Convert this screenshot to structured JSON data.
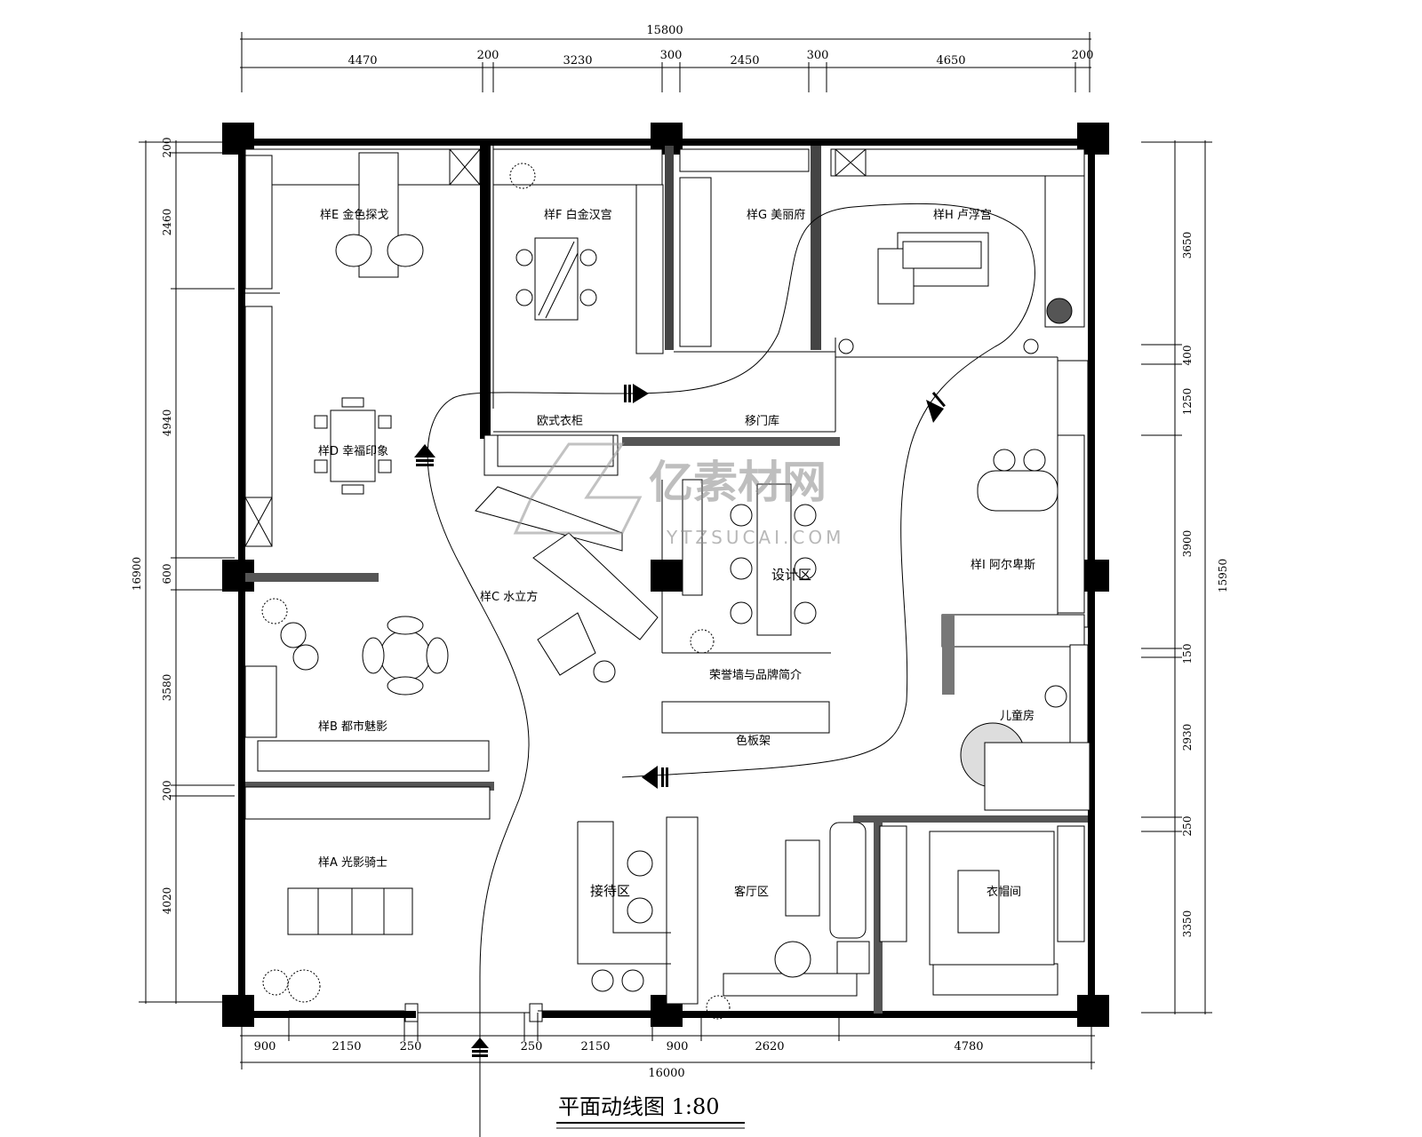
{
  "drawing": {
    "title": "平面动线图 1:80"
  },
  "dimensions": {
    "top_total": "15800",
    "top_segments": [
      "4470",
      "200",
      "3230",
      "300",
      "2450",
      "300",
      "4650",
      "200"
    ],
    "bottom_total": "16000",
    "bottom_segments": [
      "900",
      "2150",
      "250",
      "250",
      "2150",
      "900",
      "2620",
      "4780"
    ],
    "left_total": "16900",
    "left_segments": [
      "200",
      "2460",
      "4940",
      "600",
      "3580",
      "200",
      "4020"
    ],
    "right_total": "15950",
    "right_segments": [
      "3650",
      "400",
      "1250",
      "3900",
      "150",
      "2930",
      "250",
      "3350"
    ]
  },
  "rooms": {
    "E": "样E 金色探戈",
    "F": "样F 白金汉宫",
    "G_top": "样G 美丽府",
    "H": "样H 卢浮宫",
    "D": "样D 幸福印象",
    "wardrobe": "欧式衣柜",
    "sliding": "移门库",
    "design": "设计区",
    "I": "样I 阿尔卑斯",
    "C": "样C 水立方",
    "honor": "荣誉墙与品牌简介",
    "color_rack": "色板架",
    "kids": "儿童房",
    "B": "样B 都市魅影",
    "A": "样A 光影骑士",
    "reception": "接待区",
    "lounge": "客厅区",
    "cloak": "衣帽间"
  },
  "watermark": {
    "main": "亿素材网",
    "sub": "YTZSUCAI.COM"
  }
}
